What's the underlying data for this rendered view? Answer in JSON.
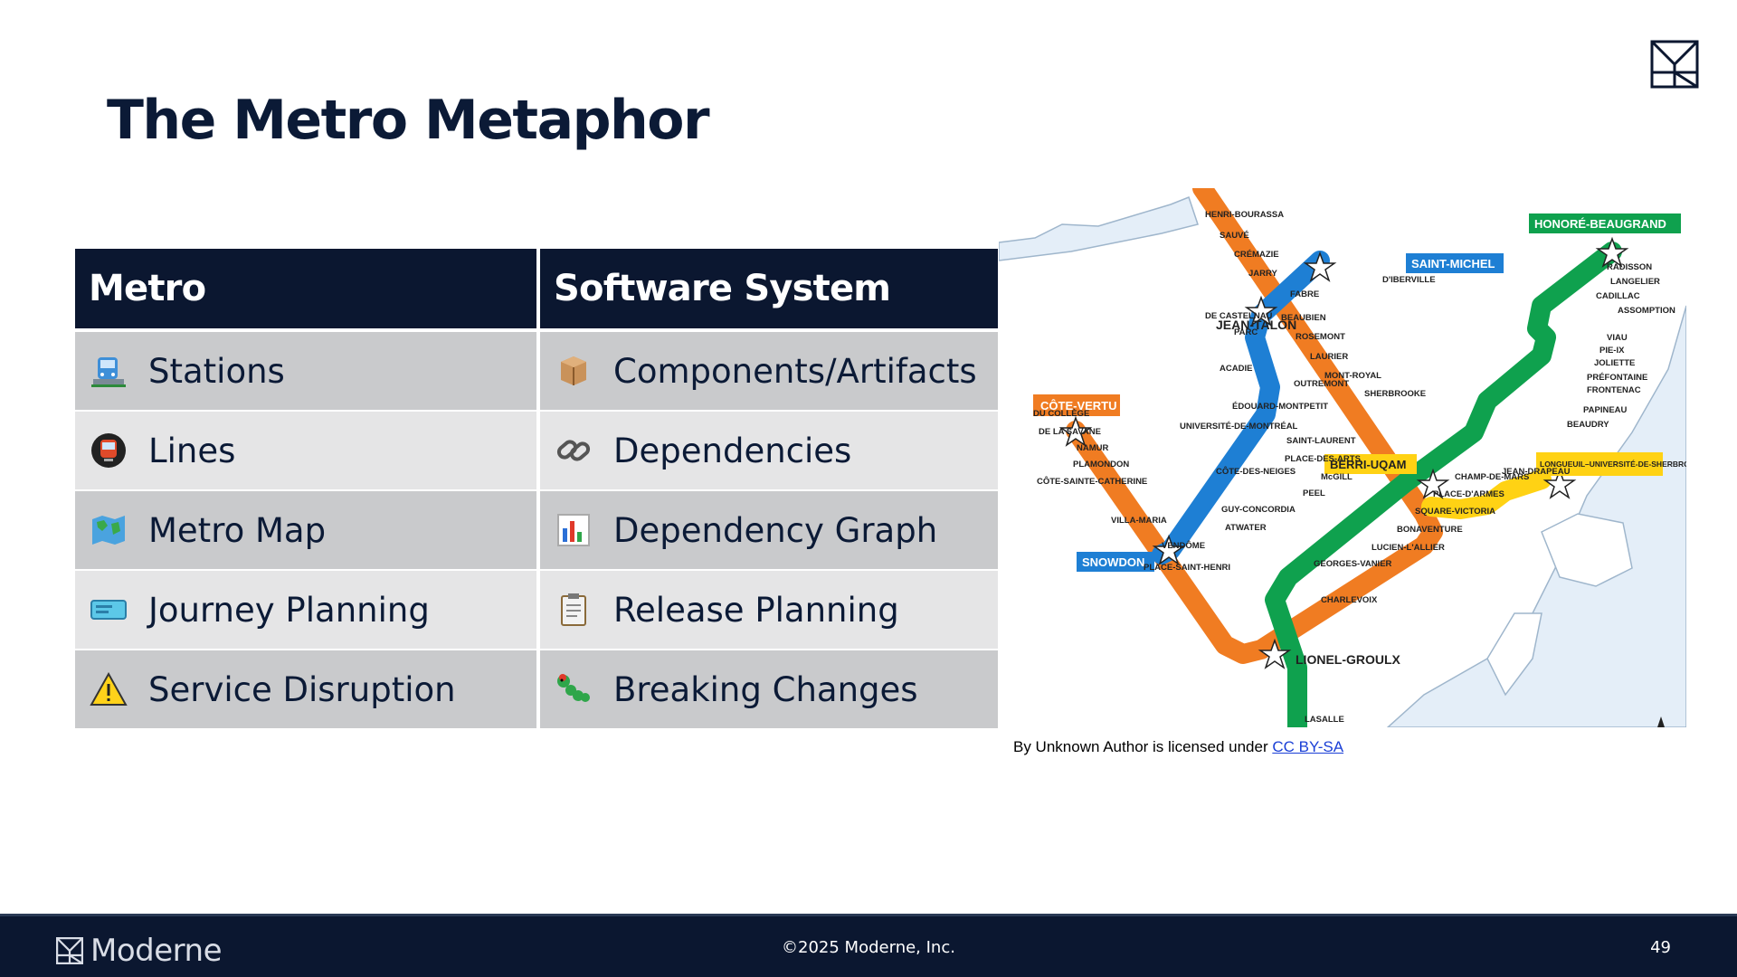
{
  "slide": {
    "title": "The Metro Metaphor"
  },
  "table": {
    "headers": [
      "Metro",
      "Software System"
    ],
    "rows": [
      {
        "metro": "Stations",
        "metro_icon": "station-icon",
        "software": "Components/Artifacts",
        "software_icon": "package-icon"
      },
      {
        "metro": "Lines",
        "metro_icon": "metro-train-icon",
        "software": "Dependencies",
        "software_icon": "chain-link-icon"
      },
      {
        "metro": "Metro Map",
        "metro_icon": "world-map-icon",
        "software": "Dependency Graph",
        "software_icon": "bar-chart-icon"
      },
      {
        "metro": "Journey Planning",
        "metro_icon": "ticket-icon",
        "software": "Release Planning",
        "software_icon": "clipboard-icon"
      },
      {
        "metro": "Service Disruption",
        "metro_icon": "warning-icon",
        "software": "Breaking Changes",
        "software_icon": "bug-icon"
      }
    ]
  },
  "map": {
    "line_labels": [
      "CÔTE-VERTU",
      "SNOWDON",
      "SAINT-MICHEL",
      "HONORÉ-BEAUGRAND",
      "BERRI-UQAM",
      "LONGUEUIL–UNIVERSITÉ-DE-SHERBROOKE"
    ],
    "major_labels": [
      "JEAN-TALON",
      "LIONEL-GROULX"
    ],
    "orange_stations": [
      "HENRI-BOURASSA",
      "SAUVÉ",
      "CRÉMAZIE",
      "JARRY",
      "FABRE",
      "BEAUBIEN",
      "ROSEMONT",
      "LAURIER",
      "MONT-ROYAL",
      "SHERBROOKE",
      "DU COLLÈGE",
      "DE LA SAVANE",
      "NAMUR",
      "PLAMONDON",
      "CÔTE-SAINTE-CATHERINE",
      "VILLA-MARIA",
      "VENDÔME",
      "PLACE-SAINT-HENRI",
      "GEORGES-VANIER",
      "LUCIEN-L'ALLIER",
      "BONAVENTURE",
      "SQUARE-VICTORIA",
      "PLACE-D'ARMES",
      "CHAMP-DE-MARS"
    ],
    "blue_stations": [
      "D'IBERVILLE",
      "DE CASTELNAU",
      "PARC",
      "ACADIE",
      "OUTREMONT",
      "ÉDOUARD-MONTPETIT",
      "UNIVERSITÉ-DE-MONTRÉAL",
      "CÔTE-DES-NEIGES"
    ],
    "green_stations": [
      "RADISSON",
      "LANGELIER",
      "CADILLAC",
      "ASSOMPTION",
      "VIAU",
      "PIE-IX",
      "JOLIETTE",
      "PRÉFONTAINE",
      "FRONTENAC",
      "PAPINEAU",
      "BEAUDRY",
      "SAINT-LAURENT",
      "PLACE-DES-ARTS",
      "McGILL",
      "PEEL",
      "GUY-CONCORDIA",
      "ATWATER",
      "CHARLEVOIX",
      "LASALLE"
    ],
    "yellow_stations": [
      "JEAN-DRAPEAU"
    ]
  },
  "caption": {
    "prefix": "By Unknown Author is licensed under ",
    "link": "CC BY-SA"
  },
  "footer": {
    "brand": "Moderne",
    "copyright": "©2025 Moderne, Inc.",
    "page": "49"
  },
  "colors": {
    "navy": "#0b1730",
    "orange": "#f07c22",
    "blue": "#1e7fd4",
    "green": "#0fa14e",
    "yellow": "#ffd214"
  }
}
